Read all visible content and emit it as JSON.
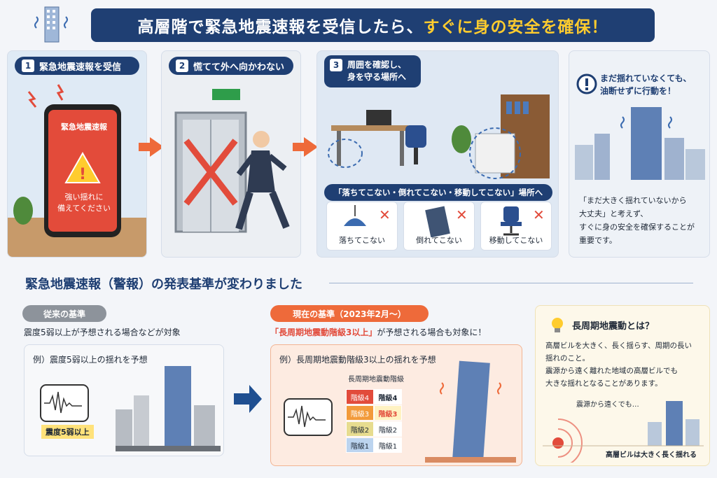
{
  "banner": {
    "main": "高層階で緊急地震速報を受信したら、",
    "highlight": "すぐに身の安全を確保！"
  },
  "step1": {
    "num": "1",
    "label": "緊急地震速報を受信",
    "phone_title": "緊急地震速報",
    "phone_msg1": "強い揺れに",
    "phone_msg2": "備えてください"
  },
  "step2": {
    "num": "2",
    "label": "慌てて外へ向かわない"
  },
  "step3": {
    "num": "3",
    "label_line1": "周囲を確認し、",
    "label_line2": "身を守る場所へ",
    "caption": "「落ちてこない・倒れてこない・移動してこない」場所へ",
    "items": [
      "落ちてこない",
      "倒れてこない",
      "移動してこない"
    ]
  },
  "warning": {
    "title_line1": "まだ揺れていなくても、",
    "title_line2": "油断せずに行動を！",
    "body": [
      "「まだ大きく揺れていないから",
      "大丈夫」と考えず、",
      "すぐに身の安全を確保することが",
      "重要です。"
    ]
  },
  "section": {
    "title": "緊急地震速報（警報）の発表基準が変わりました"
  },
  "old": {
    "pill": "従来の基準",
    "desc": "震度5弱以上が予想される場合などが対象",
    "example": "例）震度5弱以上の揺れを予想",
    "badge": "震度5弱以上"
  },
  "new": {
    "pill": "現在の基準（2023年2月〜）",
    "desc_hl": "「長周期地震動階級3以上」",
    "desc_rest": "が予想される場合も対象に！",
    "example": "例）長周期地震動階級3以上の揺れを予想",
    "scale_title": "長周期地震動階級",
    "levels_left": [
      "階級4",
      "階級3",
      "階級2",
      "階級1"
    ],
    "levels_right": [
      "階級4",
      "階級3",
      "階級2",
      "階級1"
    ]
  },
  "info": {
    "title": "長周期地震動とは？",
    "body": [
      "高層ビルを大きく、長く揺らす、周期の長い",
      "揺れのこと。",
      "震源から遠く離れた地域の高層ビルでも",
      "大きな揺れとなることがあります。"
    ],
    "far_label": "震源から遠くでも…",
    "bottom_label": "高層ビルは大きく長く揺れる"
  },
  "colors": {
    "navy": "#1f3f73",
    "orange": "#ee6a3a",
    "yellow": "#ffcc2e",
    "red": "#e24b3b"
  }
}
